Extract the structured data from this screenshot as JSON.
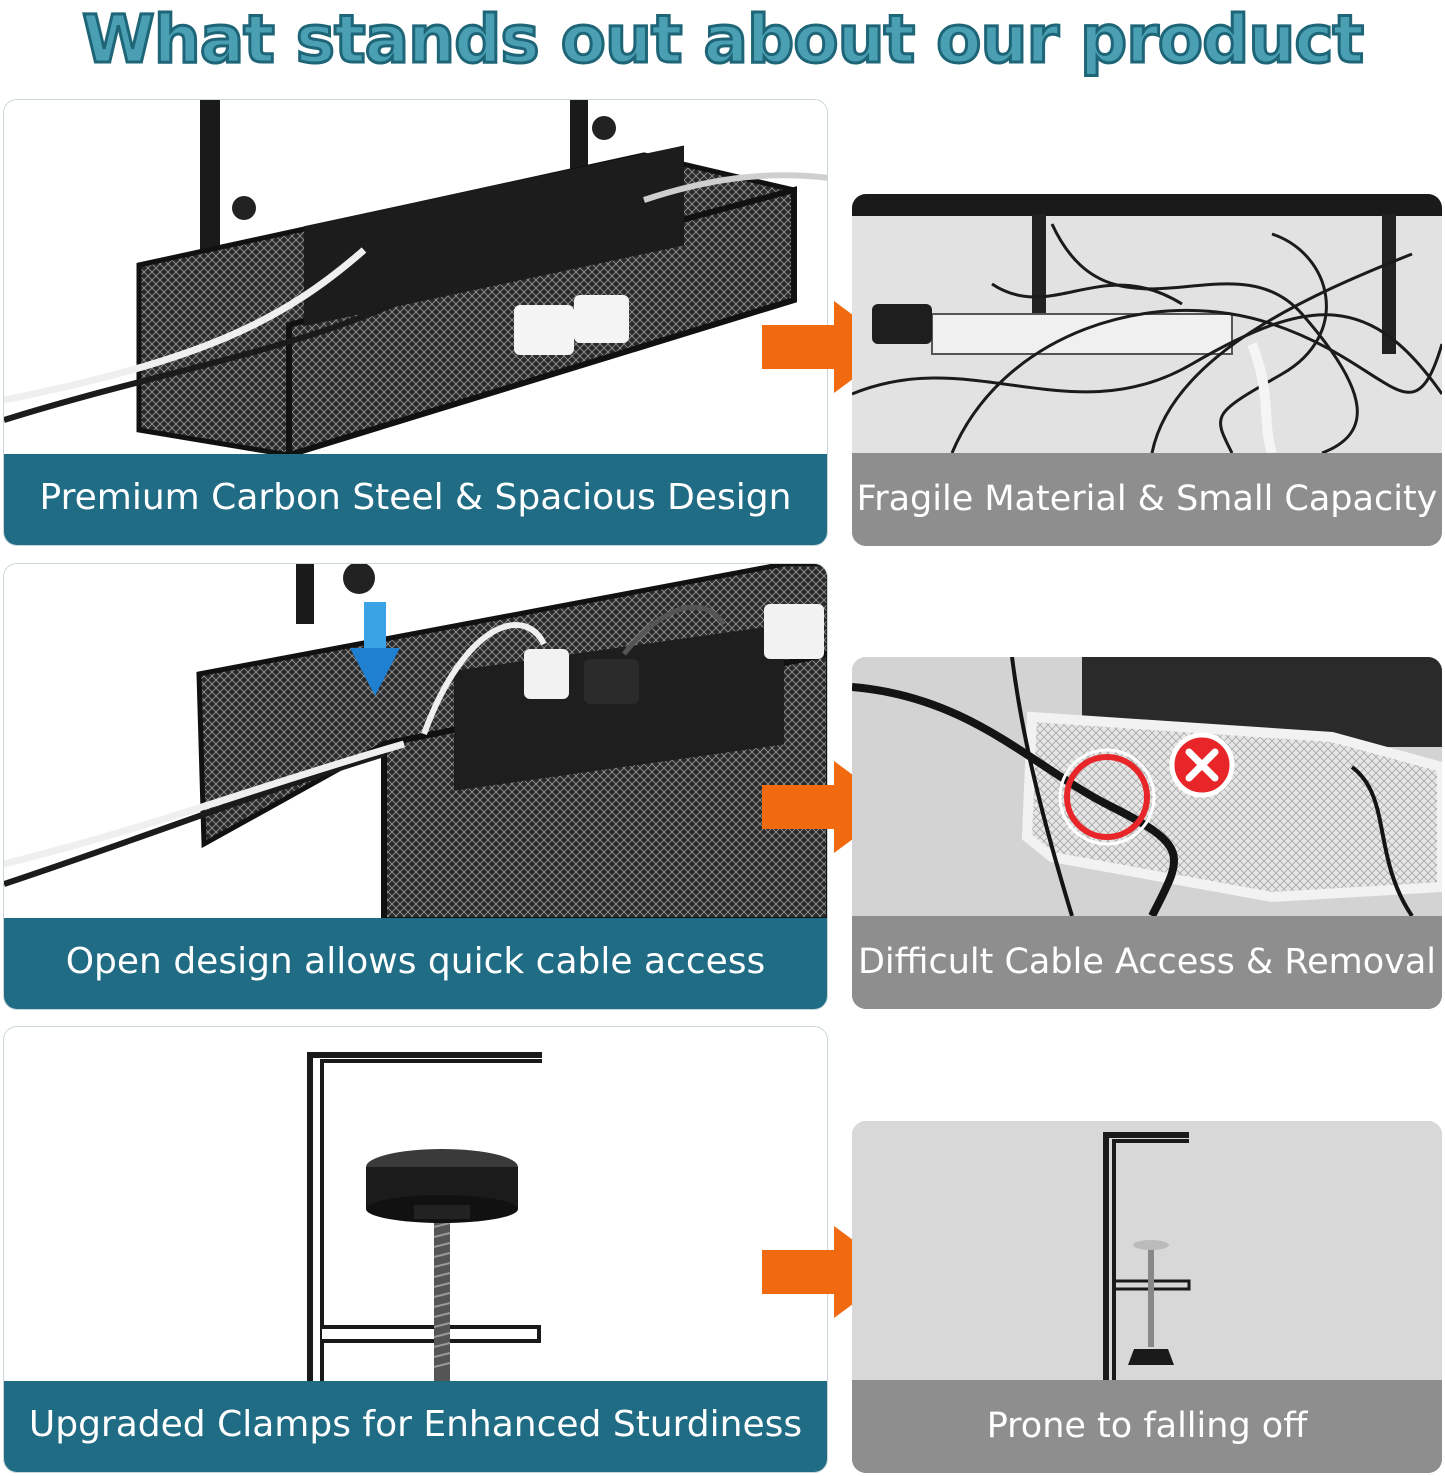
{
  "header": {
    "title": "What stands out about our product"
  },
  "comparisons": [
    {
      "ours": {
        "caption": "Premium Carbon Steel & Spacious Design"
      },
      "others": {
        "caption": "Fragile Material & Small Capacity"
      }
    },
    {
      "ours": {
        "caption": "Open design allows quick cable access"
      },
      "others": {
        "caption": "Difficult Cable Access & Removal"
      }
    },
    {
      "ours": {
        "caption": "Upgraded Clamps for Enhanced Sturdiness"
      },
      "others": {
        "caption": "Prone to falling off"
      }
    }
  ],
  "colors": {
    "title_fill": "#4a9fb3",
    "title_outline": "#1e6578",
    "ours_caption_bg": "#1f6c84",
    "others_caption_bg": "#8e8e8e",
    "arrow": "#f26a0f"
  },
  "icons": [
    "arrow-right-icon",
    "down-arrow-icon",
    "error-x-icon"
  ]
}
